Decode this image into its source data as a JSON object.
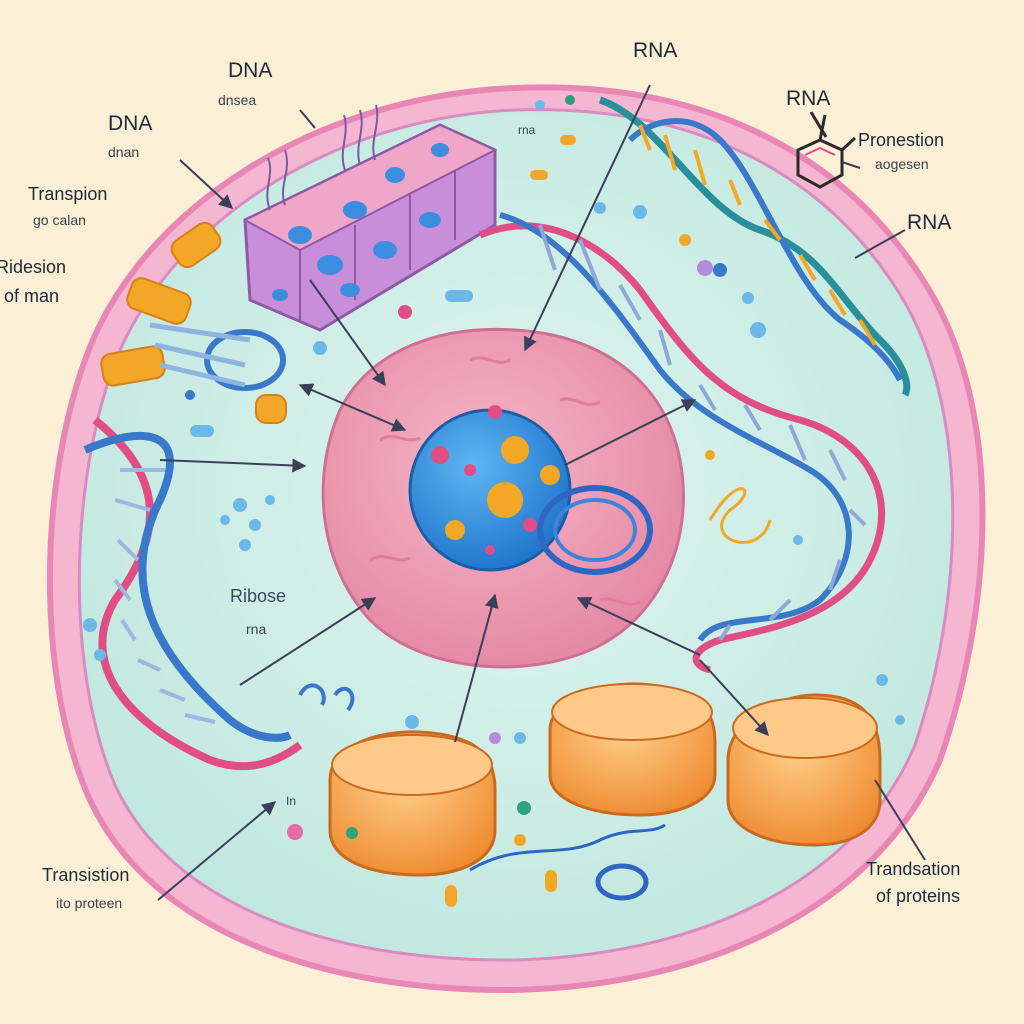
{
  "labels": {
    "dna_top": "DNA",
    "dna_top_sub": "dnsea",
    "dna_left": "DNA",
    "dna_left_sub": "dnan",
    "transpion": "Transpion",
    "transpion_sub": "go calan",
    "ridesion": "Ridesion",
    "ridesion_sub": "of man",
    "rna_top": "RNA",
    "rna_inner": "rna",
    "rna_right": "RNA",
    "pronestion": "Pronestion",
    "pronestion_sub": "aogesen",
    "rna_far_right": "RNA",
    "ribose": "Ribose",
    "ribose_sub": "rna",
    "in_label": "In",
    "translation_left": "Transistion",
    "translation_left_sub": "ito proteen",
    "translation_right": "Trandsation",
    "translation_right_sub": "of proteins"
  },
  "colors": {
    "background": "#fbefd6",
    "cytoplasm": "#cdeee6",
    "membrane": "#f1a4c9",
    "nucleus": "#f1a3b8",
    "nucleolus": "#3c9be3",
    "ribosome": "#f3a44c",
    "dna_strand_a": "#e14e86",
    "dna_strand_b": "#3a78c9",
    "golgi": "#d49be3",
    "mitochondria": "#f2a726"
  }
}
